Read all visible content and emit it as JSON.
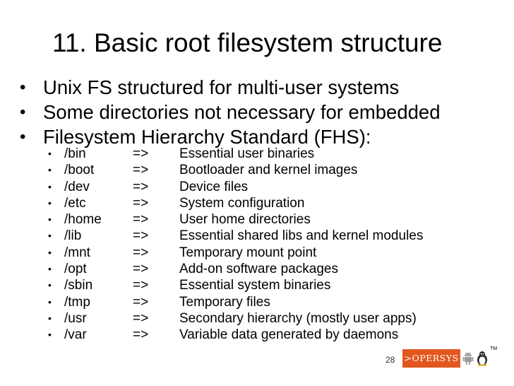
{
  "title": "11. Basic root filesystem structure",
  "bullets": [
    "Unix FS structured for multi-user systems",
    "Some directories not necessary for embedded",
    "Filesystem Hierarchy Standard (FHS):"
  ],
  "bullet_glyph": "•",
  "directories": [
    {
      "dir": "/bin",
      "arrow": "=>",
      "desc": "Essential user binaries"
    },
    {
      "dir": "/boot",
      "arrow": "=>",
      "desc": "Bootloader and kernel images"
    },
    {
      "dir": "/dev",
      "arrow": "=>",
      "desc": "Device files"
    },
    {
      "dir": "/etc",
      "arrow": "=>",
      "desc": "System configuration"
    },
    {
      "dir": "/home",
      "arrow": "=>",
      "desc": "User home directories"
    },
    {
      "dir": "/lib",
      "arrow": "=>",
      "desc": "Essential shared libs and kernel modules"
    },
    {
      "dir": "/mnt",
      "arrow": "=>",
      "desc": "Temporary mount point"
    },
    {
      "dir": "/opt",
      "arrow": "=>",
      "desc": "Add-on software packages"
    },
    {
      "dir": "/sbin",
      "arrow": "=>",
      "desc": "Essential system binaries"
    },
    {
      "dir": "/tmp",
      "arrow": "=>",
      "desc": "Temporary files"
    },
    {
      "dir": "/usr",
      "arrow": "=>",
      "desc": "Secondary hierarchy (mostly user apps)"
    },
    {
      "dir": "/var",
      "arrow": "=>",
      "desc": "Variable data generated by daemons"
    }
  ],
  "footer": {
    "page_number": "28",
    "logo_text": ">OPERSYS",
    "trademark": "TM",
    "logo_color": "#e2571e",
    "icons": [
      "android-icon",
      "tux-icon"
    ]
  }
}
